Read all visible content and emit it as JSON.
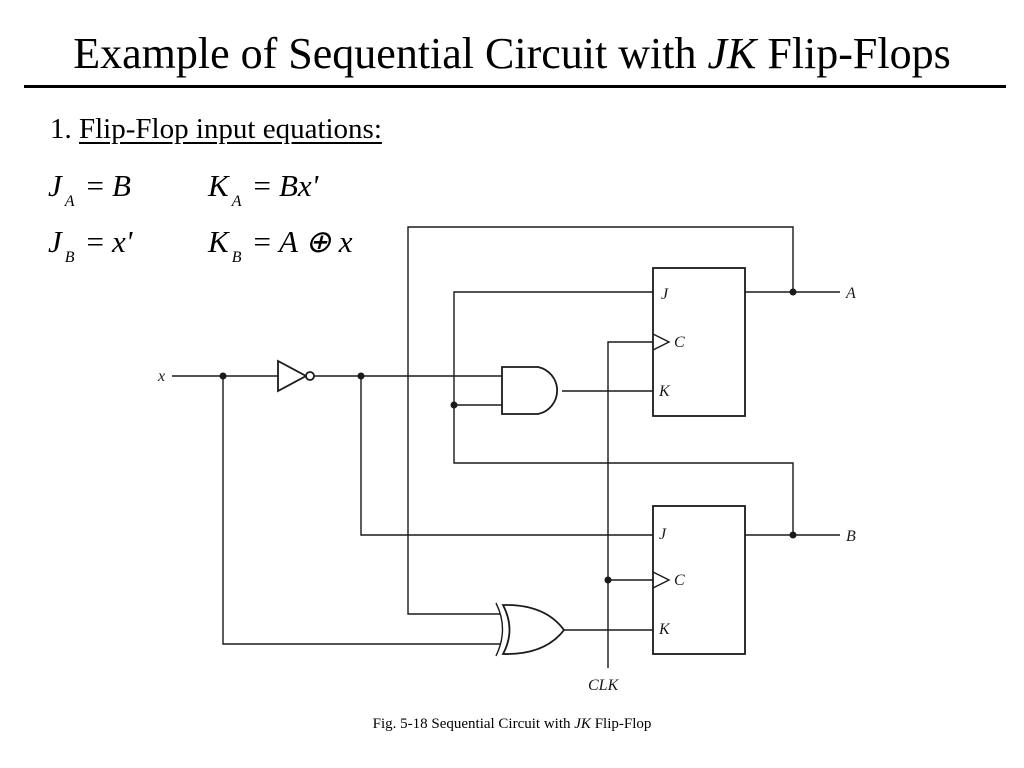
{
  "title": {
    "prefix": "Example of Sequential Circuit with ",
    "italic": "JK",
    "suffix": " Flip-Flops"
  },
  "section": {
    "number": "1.",
    "label": "Flip-Flop input equations:"
  },
  "equations": [
    {
      "lhs": "J",
      "sub": "A",
      "rhs": "B"
    },
    {
      "lhs": "K",
      "sub": "A",
      "rhs": "Bx'"
    },
    {
      "lhs": "J",
      "sub": "B",
      "rhs": "x'"
    },
    {
      "lhs": "K",
      "sub": "B",
      "rhs": "A ⊕ x"
    }
  ],
  "equals": "=",
  "diagram": {
    "input_x": "x",
    "clock": "CLK",
    "output_a": "A",
    "output_b": "B",
    "ff_a": {
      "j": "J",
      "c": "C",
      "k": "K"
    },
    "ff_b": {
      "j": "J",
      "c": "C",
      "k": "K"
    },
    "gates": [
      "NOT",
      "AND",
      "XOR"
    ]
  },
  "caption": {
    "prefix": "Fig. 5-18  Sequential Circuit with ",
    "italic": "JK",
    "suffix": " Flip-Flop"
  }
}
